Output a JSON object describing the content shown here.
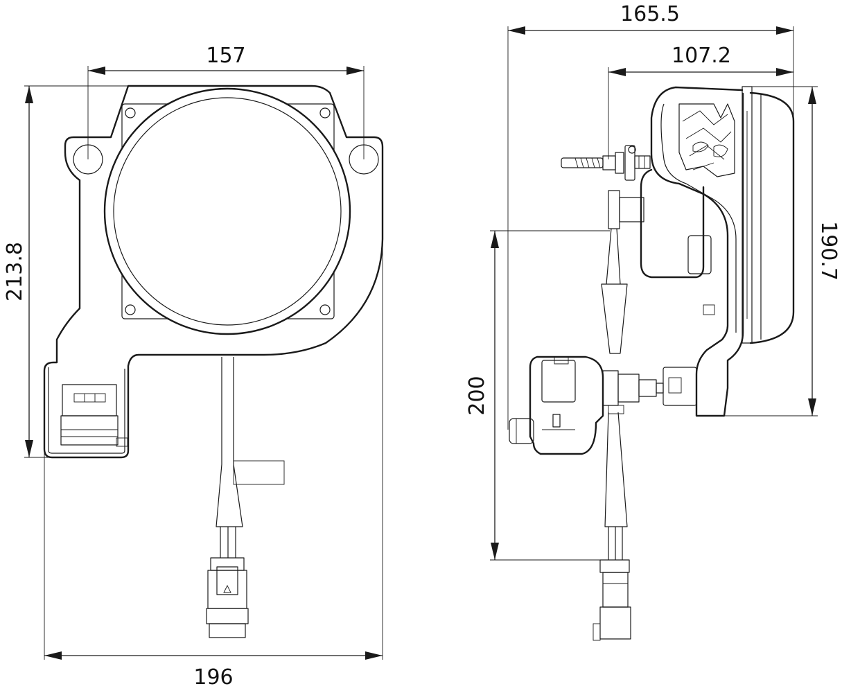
{
  "drawing": {
    "front_view": {
      "dimensions": {
        "mount_hole_spacing": "157",
        "overall_height": "213.8",
        "overall_width": "196"
      }
    },
    "side_view": {
      "dimensions": {
        "overall_depth": "165.5",
        "housing_depth": "107.2",
        "housing_height": "190.7",
        "cable_length": "200"
      }
    }
  }
}
